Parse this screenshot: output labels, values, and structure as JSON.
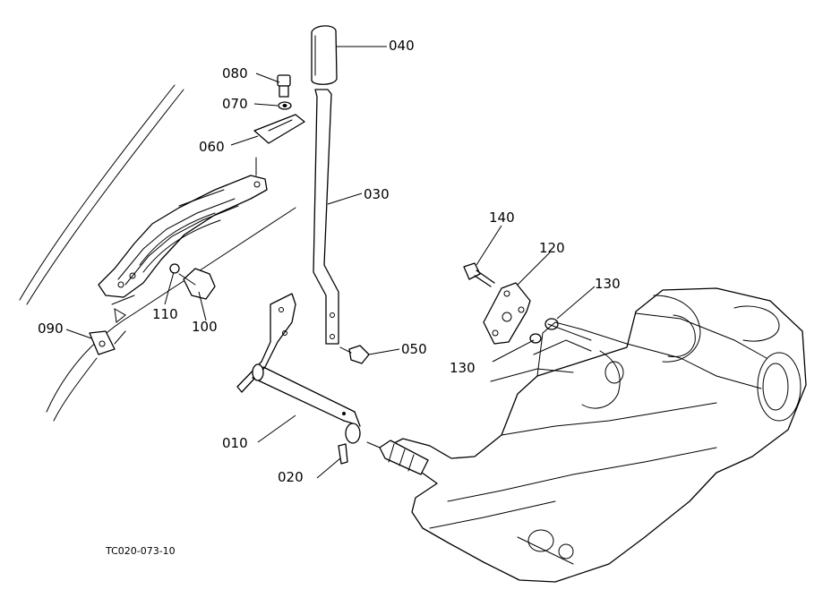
{
  "diagram": {
    "figure_code": "TC020-073-10",
    "callouts": [
      {
        "id": "p040",
        "label": "040"
      },
      {
        "id": "p080",
        "label": "080"
      },
      {
        "id": "p070",
        "label": "070"
      },
      {
        "id": "p060",
        "label": "060"
      },
      {
        "id": "p030",
        "label": "030"
      },
      {
        "id": "p140",
        "label": "140"
      },
      {
        "id": "p120",
        "label": "120"
      },
      {
        "id": "p130a",
        "label": "130"
      },
      {
        "id": "p110",
        "label": "110"
      },
      {
        "id": "p100",
        "label": "100"
      },
      {
        "id": "p090",
        "label": "090"
      },
      {
        "id": "p050",
        "label": "050"
      },
      {
        "id": "p130b",
        "label": "130"
      },
      {
        "id": "p010",
        "label": "010"
      },
      {
        "id": "p020",
        "label": "020"
      }
    ]
  }
}
